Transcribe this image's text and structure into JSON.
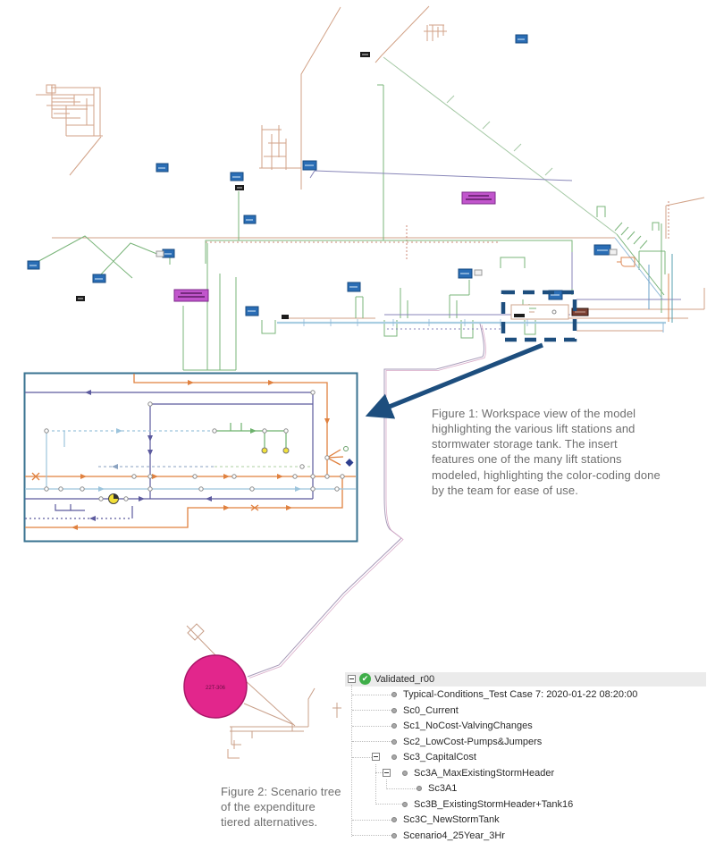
{
  "figure1": {
    "caption": "Figure 1: Workspace view of the model highlighting the various lift stations and stormwater storage tank. The insert features one of the many lift stations modeled, highlighting the color-coding done by the team for ease of use."
  },
  "figure2": {
    "caption": "Figure 2: Scenario tree of the expenditure tiered alternatives."
  },
  "storm_tank": {
    "label": "22T-306",
    "color": "#e2268c"
  },
  "scenario_tree": {
    "items": [
      {
        "label": "Validated_r00",
        "level": 0,
        "icon": "check",
        "expandable": true
      },
      {
        "label": "Typical-Conditions_Test Case 7: 2020-01-22 08:20:00",
        "level": 1
      },
      {
        "label": "Sc0_Current",
        "level": 1
      },
      {
        "label": "Sc1_NoCost-ValvingChanges",
        "level": 1
      },
      {
        "label": "Sc2_LowCost-Pumps&Jumpers",
        "level": 1
      },
      {
        "label": "Sc3_CapitalCost",
        "level": 1,
        "expandable": true
      },
      {
        "label": "Sc3A_MaxExistingStormHeader",
        "level": 2,
        "expandable": true
      },
      {
        "label": "Sc3A1",
        "level": 3
      },
      {
        "label": "Sc3B_ExistingStormHeader+Tank16",
        "level": 2
      },
      {
        "label": "Sc3C_NewStormTank",
        "level": 1
      },
      {
        "label": "Scenario4_25Year_3Hr",
        "level": 1
      }
    ]
  },
  "colors": {
    "annotation_navy": "#1d4e7e",
    "inset_border": "#3a7391",
    "tank_pink": "#e2268c",
    "validated_green": "#3fae49"
  }
}
